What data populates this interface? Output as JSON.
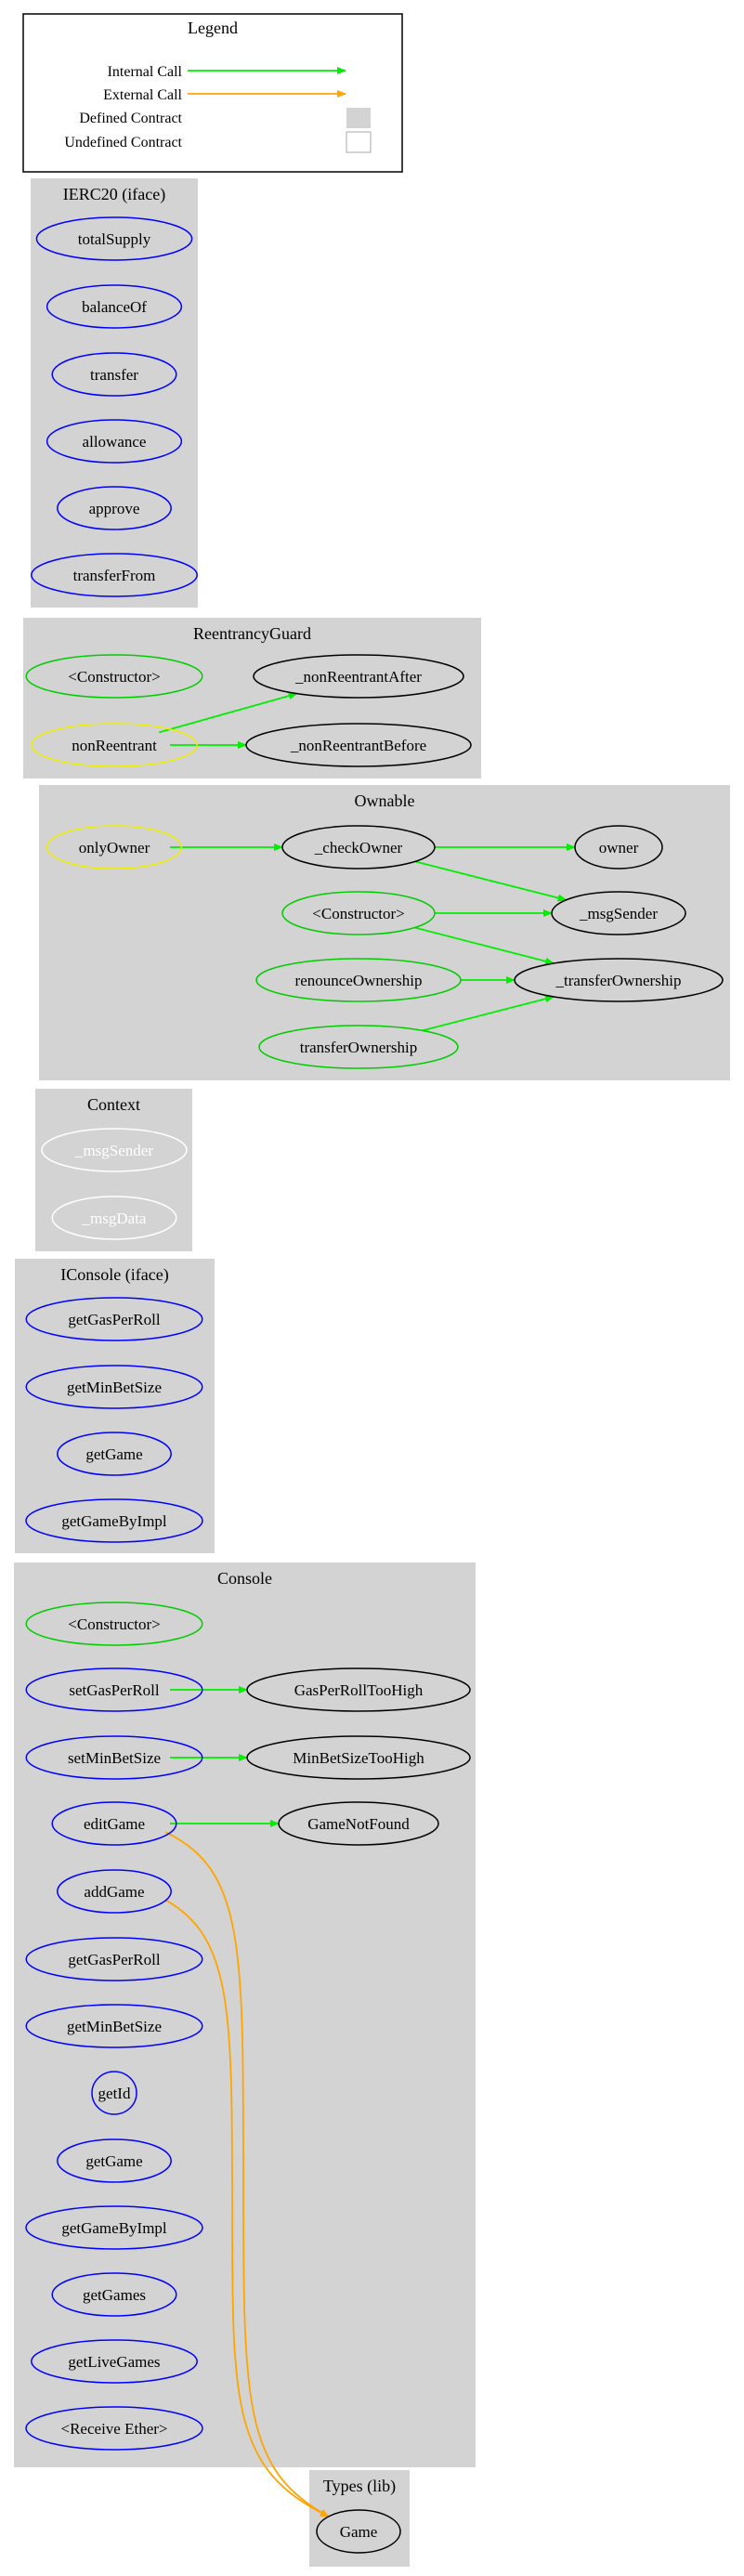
{
  "legend": {
    "title": "Legend",
    "internal_call": "Internal Call",
    "external_call": "External Call",
    "defined_contract": "Defined Contract",
    "undefined_contract": "Undefined Contract"
  },
  "colors": {
    "internal_call": "#00ee00",
    "external_call": "#ffa500",
    "cluster_fill": "#d3d3d3",
    "public": "#0000ff",
    "constructor": "#00cc00",
    "modifier": "#eeee00",
    "internal": "#000000",
    "undefined": "#ffffff"
  },
  "clusters": [
    {
      "id": "ierc20",
      "title": "IERC20  (iface)",
      "nodes": [
        {
          "id": "ierc20-totalSupply",
          "label": "totalSupply",
          "kind": "public"
        },
        {
          "id": "ierc20-balanceOf",
          "label": "balanceOf",
          "kind": "public"
        },
        {
          "id": "ierc20-transfer",
          "label": "transfer",
          "kind": "public"
        },
        {
          "id": "ierc20-allowance",
          "label": "allowance",
          "kind": "public"
        },
        {
          "id": "ierc20-approve",
          "label": "approve",
          "kind": "public"
        },
        {
          "id": "ierc20-transferFrom",
          "label": "transferFrom",
          "kind": "public"
        }
      ]
    },
    {
      "id": "reentrancy",
      "title": "ReentrancyGuard",
      "nodes": [
        {
          "id": "rg-constructor",
          "label": "<Constructor>",
          "kind": "constructor"
        },
        {
          "id": "rg-nonReentrant",
          "label": "nonReentrant",
          "kind": "modifier"
        },
        {
          "id": "rg-after",
          "label": "_nonReentrantAfter",
          "kind": "internal"
        },
        {
          "id": "rg-before",
          "label": "_nonReentrantBefore",
          "kind": "internal"
        }
      ]
    },
    {
      "id": "ownable",
      "title": "Ownable",
      "nodes": [
        {
          "id": "ow-onlyOwner",
          "label": "onlyOwner",
          "kind": "modifier"
        },
        {
          "id": "ow-checkOwner",
          "label": "_checkOwner",
          "kind": "internal"
        },
        {
          "id": "ow-owner",
          "label": "owner",
          "kind": "internal"
        },
        {
          "id": "ow-constructor",
          "label": "<Constructor>",
          "kind": "constructor"
        },
        {
          "id": "ow-msgSender",
          "label": "_msgSender",
          "kind": "internal"
        },
        {
          "id": "ow-renounce",
          "label": "renounceOwnership",
          "kind": "constructor"
        },
        {
          "id": "ow-_transfer",
          "label": "_transferOwnership",
          "kind": "internal"
        },
        {
          "id": "ow-transfer",
          "label": "transferOwnership",
          "kind": "constructor"
        }
      ]
    },
    {
      "id": "context",
      "title": "Context",
      "nodes": [
        {
          "id": "ctx-msgSender",
          "label": "_msgSender",
          "kind": "undefined"
        },
        {
          "id": "ctx-msgData",
          "label": "_msgData",
          "kind": "undefined"
        }
      ]
    },
    {
      "id": "iconsole",
      "title": "IConsole  (iface)",
      "nodes": [
        {
          "id": "ic-getGasPerRoll",
          "label": "getGasPerRoll",
          "kind": "public"
        },
        {
          "id": "ic-getMinBetSize",
          "label": "getMinBetSize",
          "kind": "public"
        },
        {
          "id": "ic-getGame",
          "label": "getGame",
          "kind": "public"
        },
        {
          "id": "ic-getGameByImpl",
          "label": "getGameByImpl",
          "kind": "public"
        }
      ]
    },
    {
      "id": "console",
      "title": "Console",
      "nodes": [
        {
          "id": "c-constructor",
          "label": "<Constructor>",
          "kind": "constructor"
        },
        {
          "id": "c-setGasPerRoll",
          "label": "setGasPerRoll",
          "kind": "public"
        },
        {
          "id": "c-gasTooHigh",
          "label": "GasPerRollTooHigh",
          "kind": "internal"
        },
        {
          "id": "c-setMinBetSize",
          "label": "setMinBetSize",
          "kind": "public"
        },
        {
          "id": "c-minTooHigh",
          "label": "MinBetSizeTooHigh",
          "kind": "internal"
        },
        {
          "id": "c-editGame",
          "label": "editGame",
          "kind": "public"
        },
        {
          "id": "c-gameNotFound",
          "label": "GameNotFound",
          "kind": "internal"
        },
        {
          "id": "c-addGame",
          "label": "addGame",
          "kind": "public"
        },
        {
          "id": "c-getGasPerRoll",
          "label": "getGasPerRoll",
          "kind": "public"
        },
        {
          "id": "c-getMinBetSize",
          "label": "getMinBetSize",
          "kind": "public"
        },
        {
          "id": "c-getId",
          "label": "getId",
          "kind": "public"
        },
        {
          "id": "c-getGame",
          "label": "getGame",
          "kind": "public"
        },
        {
          "id": "c-getGameByImpl",
          "label": "getGameByImpl",
          "kind": "public"
        },
        {
          "id": "c-getGames",
          "label": "getGames",
          "kind": "public"
        },
        {
          "id": "c-getLiveGames",
          "label": "getLiveGames",
          "kind": "public"
        },
        {
          "id": "c-receive",
          "label": "<Receive Ether>",
          "kind": "public"
        }
      ]
    },
    {
      "id": "types",
      "title": "Types  (lib)",
      "nodes": [
        {
          "id": "t-game",
          "label": "Game",
          "kind": "internal"
        }
      ]
    }
  ],
  "edges": [
    {
      "from": "rg-nonReentrant",
      "to": "rg-after",
      "type": "internal"
    },
    {
      "from": "rg-nonReentrant",
      "to": "rg-before",
      "type": "internal"
    },
    {
      "from": "ow-onlyOwner",
      "to": "ow-checkOwner",
      "type": "internal"
    },
    {
      "from": "ow-checkOwner",
      "to": "ow-owner",
      "type": "internal"
    },
    {
      "from": "ow-checkOwner",
      "to": "ow-msgSender",
      "type": "internal"
    },
    {
      "from": "ow-constructor",
      "to": "ow-msgSender",
      "type": "internal"
    },
    {
      "from": "ow-constructor",
      "to": "ow-_transfer",
      "type": "internal"
    },
    {
      "from": "ow-renounce",
      "to": "ow-_transfer",
      "type": "internal"
    },
    {
      "from": "ow-transfer",
      "to": "ow-_transfer",
      "type": "internal"
    },
    {
      "from": "c-setGasPerRoll",
      "to": "c-gasTooHigh",
      "type": "internal"
    },
    {
      "from": "c-setMinBetSize",
      "to": "c-minTooHigh",
      "type": "internal"
    },
    {
      "from": "c-editGame",
      "to": "c-gameNotFound",
      "type": "internal"
    },
    {
      "from": "c-editGame",
      "to": "t-game",
      "type": "external"
    },
    {
      "from": "c-addGame",
      "to": "t-game",
      "type": "external"
    }
  ]
}
